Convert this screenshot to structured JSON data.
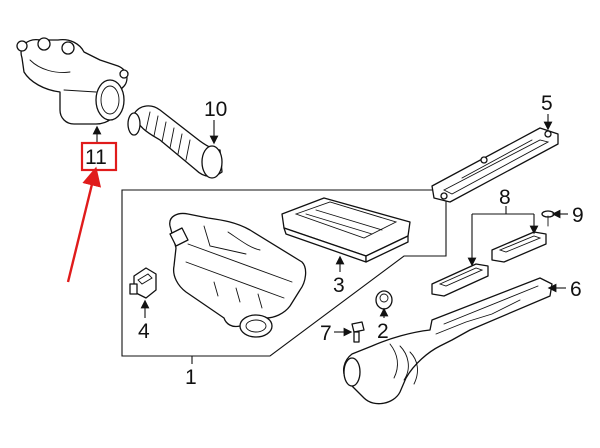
{
  "diagram": {
    "callouts": [
      {
        "id": "1",
        "label": "1"
      },
      {
        "id": "2",
        "label": "2"
      },
      {
        "id": "3",
        "label": "3"
      },
      {
        "id": "4",
        "label": "4"
      },
      {
        "id": "5",
        "label": "5"
      },
      {
        "id": "6",
        "label": "6"
      },
      {
        "id": "7",
        "label": "7"
      },
      {
        "id": "8",
        "label": "8"
      },
      {
        "id": "9",
        "label": "9"
      },
      {
        "id": "10",
        "label": "10"
      },
      {
        "id": "11",
        "label": "11"
      }
    ],
    "highlighted_part": "11",
    "colors": {
      "line": "#111111",
      "highlight": "#e01b1b",
      "background": "#ffffff"
    }
  }
}
